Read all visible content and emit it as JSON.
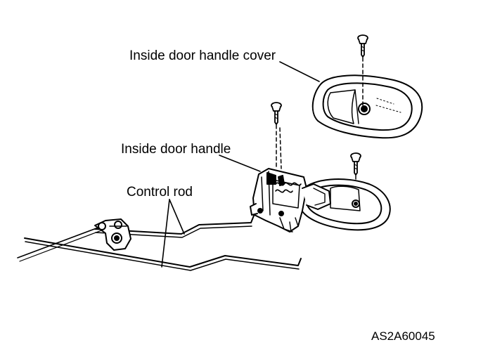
{
  "labels": {
    "handle_cover": "Inside door handle cover",
    "handle": "Inside door handle",
    "control_rod": "Control rod",
    "figure_code": "AS2A60045"
  },
  "colors": {
    "ink": "#000000",
    "paper": "#ffffff"
  }
}
